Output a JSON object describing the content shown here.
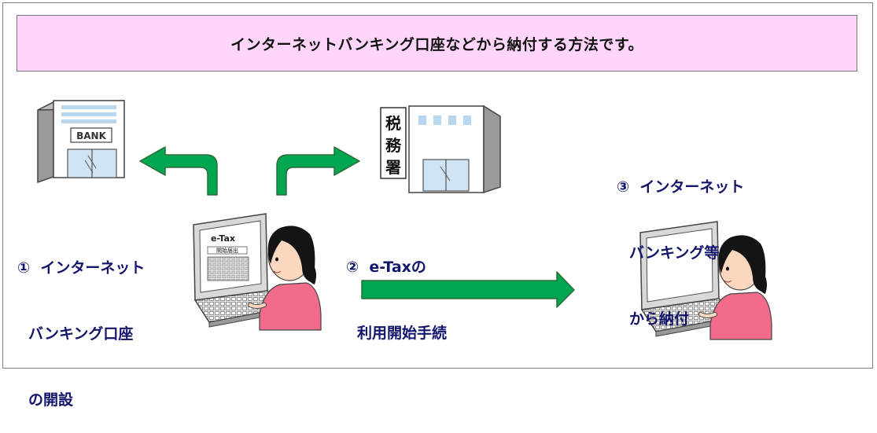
{
  "banner": {
    "title": "インターネットバンキング口座などから納付する方法です。"
  },
  "bank": {
    "sign": "BANK"
  },
  "tax_office": {
    "sign": [
      "税",
      "務",
      "署"
    ]
  },
  "laptop": {
    "screen_title": "e-Tax",
    "screen_label": "開始届出"
  },
  "steps": [
    {
      "number": "①",
      "lines": [
        "インターネット",
        "バンキング口座",
        "の開設"
      ]
    },
    {
      "number": "②",
      "lines": [
        "e-Taxの",
        "利用開始手続"
      ]
    },
    {
      "number": "③",
      "lines": [
        "インターネット",
        "バンキング等",
        "から納付"
      ]
    }
  ],
  "colors": {
    "arrow": "#00a650",
    "arrow_stroke": "#2d6b3b",
    "banner_bg": "#ffd5fb",
    "step_text": "#13156b",
    "hair": "#141414",
    "shirt": "#f26b8a",
    "skin": "#fbd7bf"
  }
}
